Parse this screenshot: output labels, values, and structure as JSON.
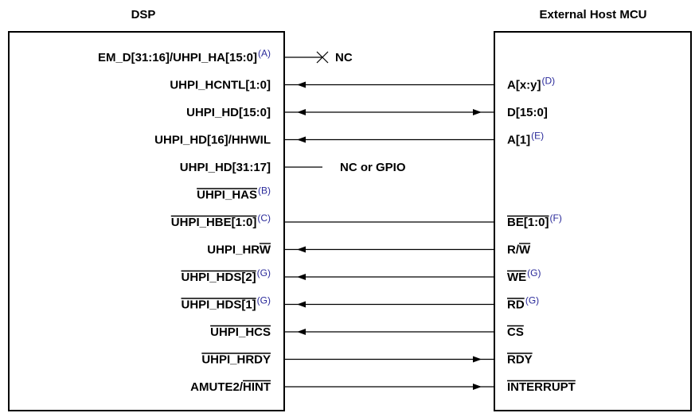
{
  "titles": {
    "dsp": "DSP",
    "host": "External Host MCU"
  },
  "nc_labels": {
    "row1": "NC",
    "hd_upper": "NC or GPIO"
  },
  "rows": [
    {
      "dsp": "EM_D[31:16]/UHPI_HA[15:0]",
      "dsp_note": "(A)",
      "host": "",
      "host_note": "",
      "conn": "nc"
    },
    {
      "dsp": "UHPI_HCNTL[1:0]",
      "dsp_note": "",
      "host": "A[x:y]",
      "host_note": "(D)",
      "conn": "to_dsp"
    },
    {
      "dsp": "UHPI_HD[15:0]",
      "dsp_note": "",
      "host": "D[15:0]",
      "host_note": "",
      "conn": "both"
    },
    {
      "dsp": "UHPI_HD[16]/HHWIL",
      "dsp_note": "",
      "host": "A[1]",
      "host_note": "(E)",
      "conn": "to_dsp"
    },
    {
      "dsp": "UHPI_HD[31:17]",
      "dsp_note": "",
      "host": "",
      "host_note": "",
      "conn": "nc_gpio"
    },
    {
      "dsp": "UHPI_HAS",
      "dsp_note": "(B)",
      "host": "",
      "host_note": "",
      "conn": "none"
    },
    {
      "dsp": "UHPI_HBE[1:0]",
      "dsp_note": "(C)",
      "host": "BE[1:0]",
      "host_note": "(F)",
      "conn": "line"
    },
    {
      "dsp": "UHPI_HRW",
      "dsp_note": "",
      "host": "R/W",
      "host_note": "",
      "conn": "to_dsp"
    },
    {
      "dsp": "UHPI_HDS[2]",
      "dsp_note": "(G)",
      "host": "WE",
      "host_note": "(G)",
      "conn": "to_dsp"
    },
    {
      "dsp": "UHPI_HDS[1]",
      "dsp_note": "(G)",
      "host": "RD",
      "host_note": "(G)",
      "conn": "to_dsp"
    },
    {
      "dsp": "UHPI_HCS",
      "dsp_note": "",
      "host": "CS",
      "host_note": "",
      "conn": "to_dsp"
    },
    {
      "dsp": "UHPI_HRDY",
      "dsp_note": "",
      "host": "RDY",
      "host_note": "",
      "conn": "to_host"
    },
    {
      "dsp": "AMUTE2/HINT",
      "dsp_note": "",
      "host": "INTERRUPT",
      "host_note": "",
      "conn": "to_host"
    }
  ]
}
